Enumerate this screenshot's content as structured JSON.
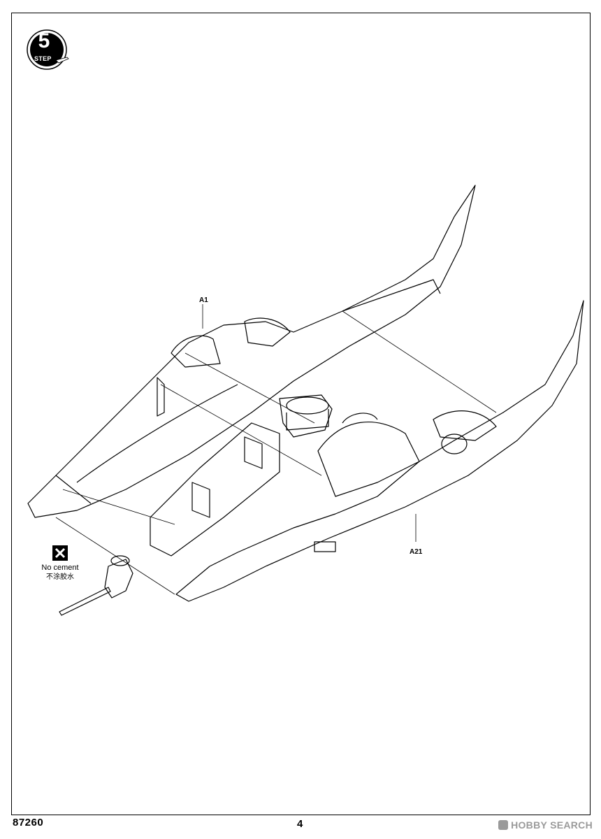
{
  "step": {
    "number": "5",
    "label": "STEP"
  },
  "parts": {
    "upper": "A1",
    "lower": "A21"
  },
  "note": {
    "en": "No cement",
    "zh": "不涂胶水"
  },
  "footer": {
    "code": "87260",
    "page": "4"
  },
  "watermark": "HOBBY SEARCH"
}
